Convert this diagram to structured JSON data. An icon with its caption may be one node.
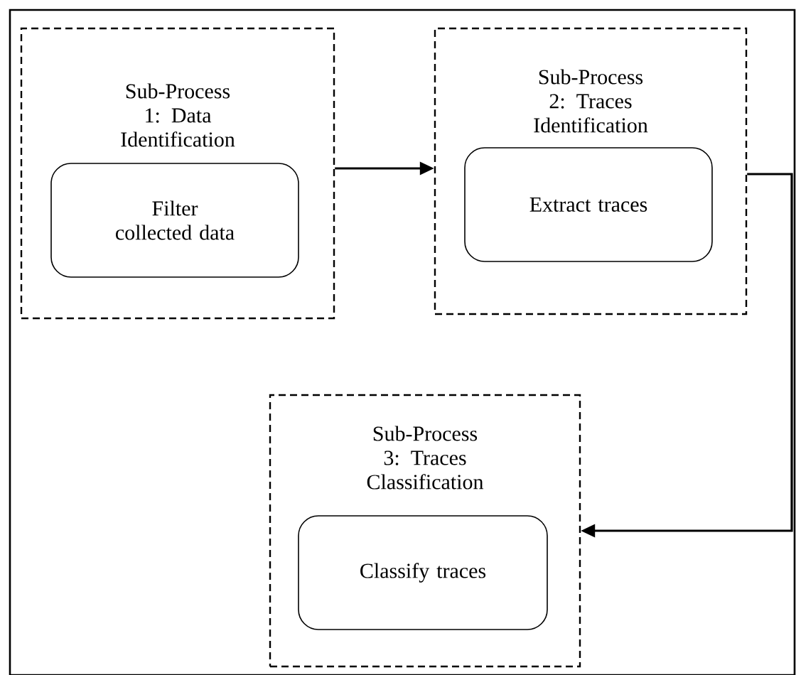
{
  "diagram": {
    "nodes": [
      {
        "text": [
          "Sub-Process 1: Data Identification"
        ]
      },
      {
        "text": [
          "Filter collected data"
        ],
        "in": 0
      },
      {
        "text": [
          "Sub-Process 2: Traces Identification"
        ]
      },
      {
        "text": [
          "Extract traces"
        ],
        "in": 2
      },
      {
        "text": [
          "Sub-Process 3: Traces Classification"
        ]
      },
      {
        "text": [
          "Classify traces"
        ],
        "in": 4
      }
    ],
    "edges": [
      {
        "from": 0,
        "to": 2,
        "arrow": "to"
      },
      {
        "from": 2,
        "to": 4,
        "arrow": "to"
      }
    ]
  }
}
